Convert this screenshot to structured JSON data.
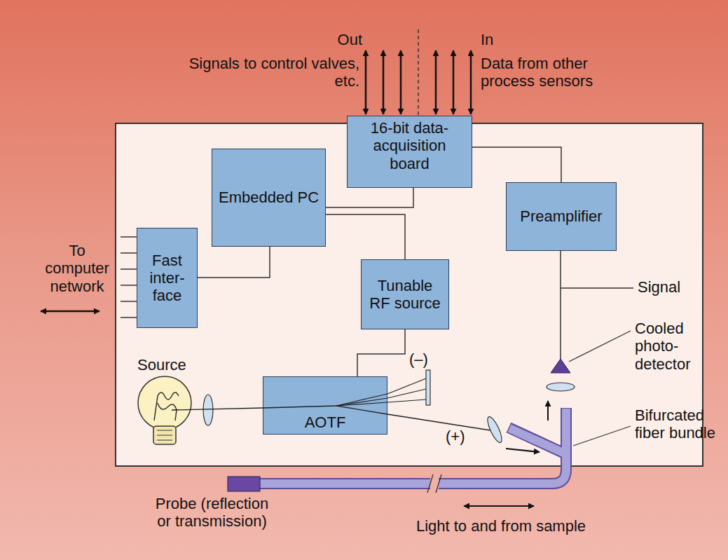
{
  "diagram": {
    "nodes": [
      {
        "text": [
          "16-bit data-acquisition board"
        ]
      },
      {
        "text": [
          "Embedded PC"
        ]
      },
      {
        "text": [
          "Preamplifier"
        ]
      },
      {
        "text": [
          "Fast inter- face"
        ]
      },
      {
        "text": [
          "Tunable RF source"
        ]
      },
      {
        "text": [
          "AOTF"
        ]
      }
    ],
    "edges": [
      {
        "from": 1,
        "to": 0,
        "arrow": "none"
      },
      {
        "from": 1,
        "to": 4,
        "arrow": "none"
      },
      {
        "from": 3,
        "to": 1,
        "arrow": "none"
      },
      {
        "from": 0,
        "to": 2,
        "arrow": "none"
      },
      {
        "from": 4,
        "to": 5,
        "arrow": "none"
      }
    ],
    "labels": [
      "Out",
      "Signals to control valves, etc.",
      "In",
      "Data from other process sensors",
      "To computer network",
      "Source",
      "(–)",
      "(+)",
      "Signal",
      "Cooled photo- detector",
      "Bifurcated fiber bundle",
      "Probe (reflection or transmission)",
      "Light to and from sample"
    ]
  }
}
